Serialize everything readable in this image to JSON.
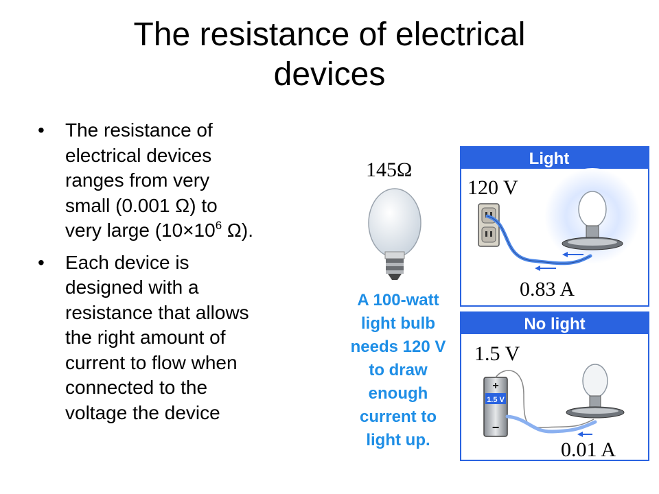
{
  "title_line1": "The resistance of electrical",
  "title_line2": "devices",
  "bullets": [
    {
      "lines": [
        "The resistance of",
        "electrical devices",
        "ranges from very",
        "small (0.001 Ω) to"
      ],
      "last_before": "very large (10×10",
      "last_sup": "6",
      "last_after": " Ω)."
    },
    {
      "lines": [
        "Each device is",
        "designed with a",
        "resistance that allows",
        "the right amount of",
        "current to flow when",
        "connected to the",
        "voltage the device"
      ]
    }
  ],
  "figure": {
    "bulb_resistance": "145Ω",
    "caption_lines": [
      "A 100-watt",
      "light bulb",
      "needs 120 V",
      "to draw",
      "enough",
      "current to",
      "light up."
    ],
    "panel_light": {
      "header": "Light",
      "voltage": "120 V",
      "current": "0.83 A"
    },
    "panel_nolight": {
      "header": "No light",
      "voltage": "1.5 V",
      "battery_label": "1.5 V",
      "current": "0.01 A",
      "plus": "+",
      "minus": "−"
    },
    "colors": {
      "header_blue": "#2a63e0",
      "caption_blue": "#1e8ee6",
      "wire_blue": "#4a86e8",
      "glow": "#cfe0ff"
    }
  }
}
